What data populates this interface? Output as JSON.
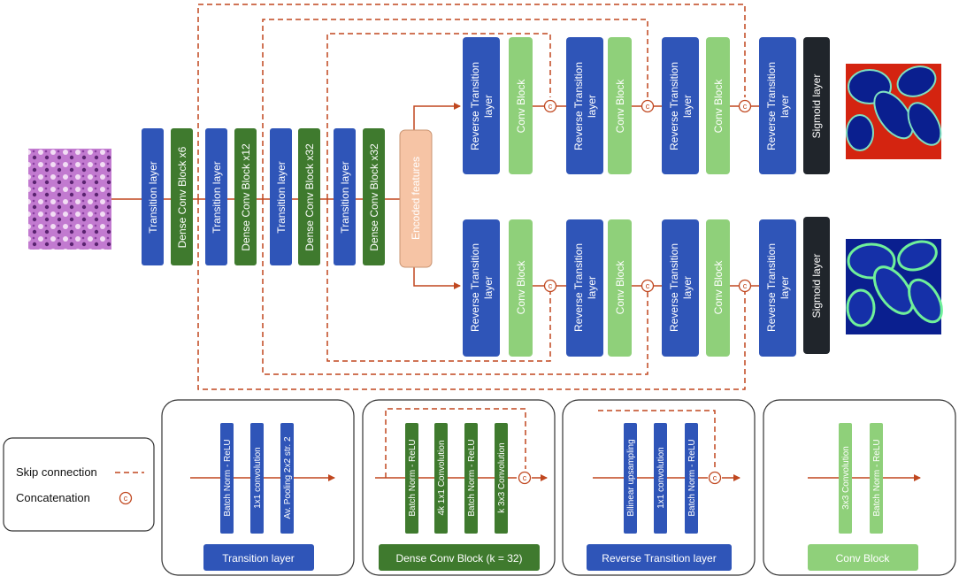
{
  "labels": {
    "transition": "Transition layer",
    "dense6": "Dense Conv Block x6",
    "dense12": "Dense Conv Block x12",
    "dense32": "Dense Conv Block x32",
    "encoded": "Encoded features",
    "reverse_line1": "Reverse Transition",
    "reverse_line2": "layer",
    "conv_block": "Conv Block",
    "sigmoid": "Sigmoid layer",
    "concat_symbol": "c"
  },
  "legend": {
    "skip": "Skip connection",
    "concat": "Concatenation"
  },
  "detail_panels": {
    "transition": {
      "title": "Transition layer",
      "ops": [
        "Batch Norm - ReLU",
        "1x1 convolution",
        "Av. Pooling 2x2 str. 2"
      ]
    },
    "dense": {
      "title": "Dense Conv Block (k = 32)",
      "ops": [
        "Batch Norm - ReLU",
        "4k 1x1 Convolution",
        "Batch Norm - ReLU",
        "k 3x3 Convolution"
      ]
    },
    "reverse": {
      "title": "Reverse Transition layer",
      "ops": [
        "Bilinear upsampling",
        "1x1 convolution",
        "Batch Norm - ReLU"
      ]
    },
    "conv": {
      "title": "Conv Block",
      "ops": [
        "3x3 Convolution",
        "Batch Norm - ReLU"
      ]
    }
  },
  "colors": {
    "blue": "#2f55b8",
    "green_dark": "#3f7a2e",
    "green_light": "#8fd07a",
    "peach": "#f6c4a5",
    "black": "#20252b",
    "arrow": "#c0471f"
  }
}
